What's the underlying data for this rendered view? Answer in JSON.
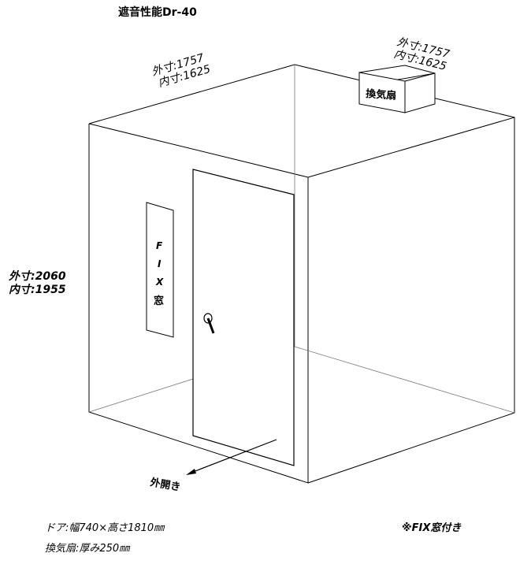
{
  "title": "遮音性能Dr-40",
  "dimensions": {
    "top_left": {
      "outer": "外寸:1757",
      "inner": "内寸:1625"
    },
    "top_right": {
      "outer": "外寸:1757",
      "inner": "内寸:1625"
    },
    "height": {
      "outer": "外寸:2060",
      "inner": "内寸:1955"
    }
  },
  "fan_label": "換気扇",
  "window_label": [
    "F",
    "I",
    "X",
    "窓"
  ],
  "door_open_label": "外開き",
  "notes": {
    "door": "ドア:幅740×高さ1810㎜",
    "fan": "換気扇:厚み250㎜",
    "fix": "※FIX窓付き"
  }
}
